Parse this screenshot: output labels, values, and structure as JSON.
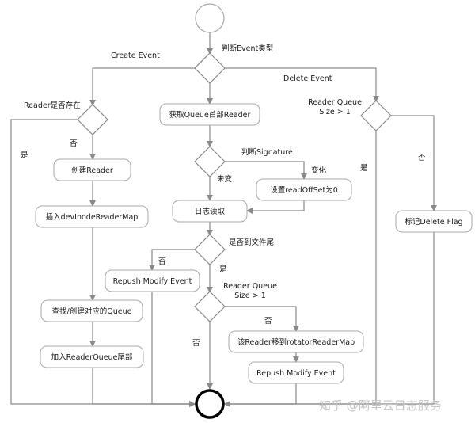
{
  "nodes": {
    "create_reader": "创建Reader",
    "insert_map": "插入devInodeReaderMap",
    "find_queue": "查找/创建对应的Queue",
    "add_queue_tail": "加入ReaderQueue尾部",
    "get_queue_head": "获取Queue首部Reader",
    "set_offset": "设置readOffSet为0",
    "read_log": "日志读取",
    "repush_modify_1": "Repush Modify Event",
    "move_rotator": "该Reader移到rotatorReaderMap",
    "repush_modify_2": "Repush Modify Event",
    "mark_delete": "标记Delete Flag"
  },
  "labels": {
    "judge_event_type": "判断Event类型",
    "create_event": "Create Event",
    "delete_event": "Delete Event",
    "reader_exists": "Reader是否存在",
    "yes_left": "是",
    "no_create": "否",
    "judge_signature": "判断Signature",
    "unchanged": "未变",
    "changed": "变化",
    "eof_question": "是否到文件尾",
    "no_repush": "否",
    "yes_eof": "是",
    "queue_size_mid": "Reader Queue\nSize > 1",
    "no_move": "否",
    "no_bottom": "否",
    "queue_size_right": "Reader Queue\nSize > 1",
    "yes_right": "是",
    "no_right": "否"
  },
  "watermark": "知乎 @阿里云日志服务"
}
